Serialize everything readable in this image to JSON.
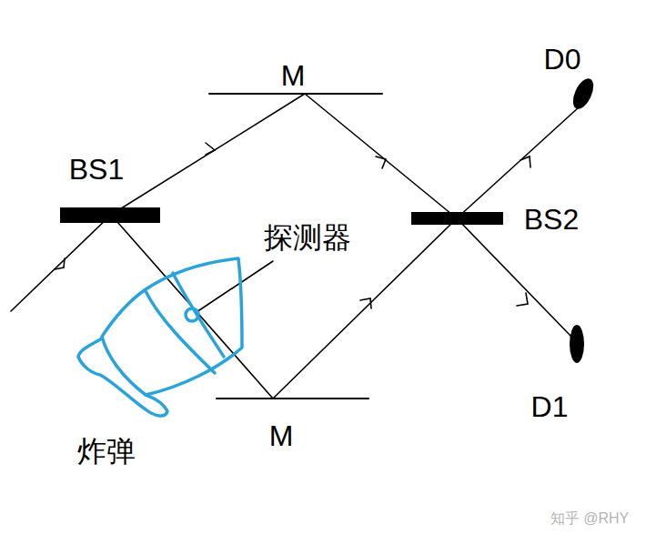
{
  "diagram": {
    "labels": [
      "BS1",
      "M",
      "BS2",
      "D0",
      "探测器",
      "炸弹",
      "M",
      "D1",
      "知乎 @RHY"
    ]
  }
}
